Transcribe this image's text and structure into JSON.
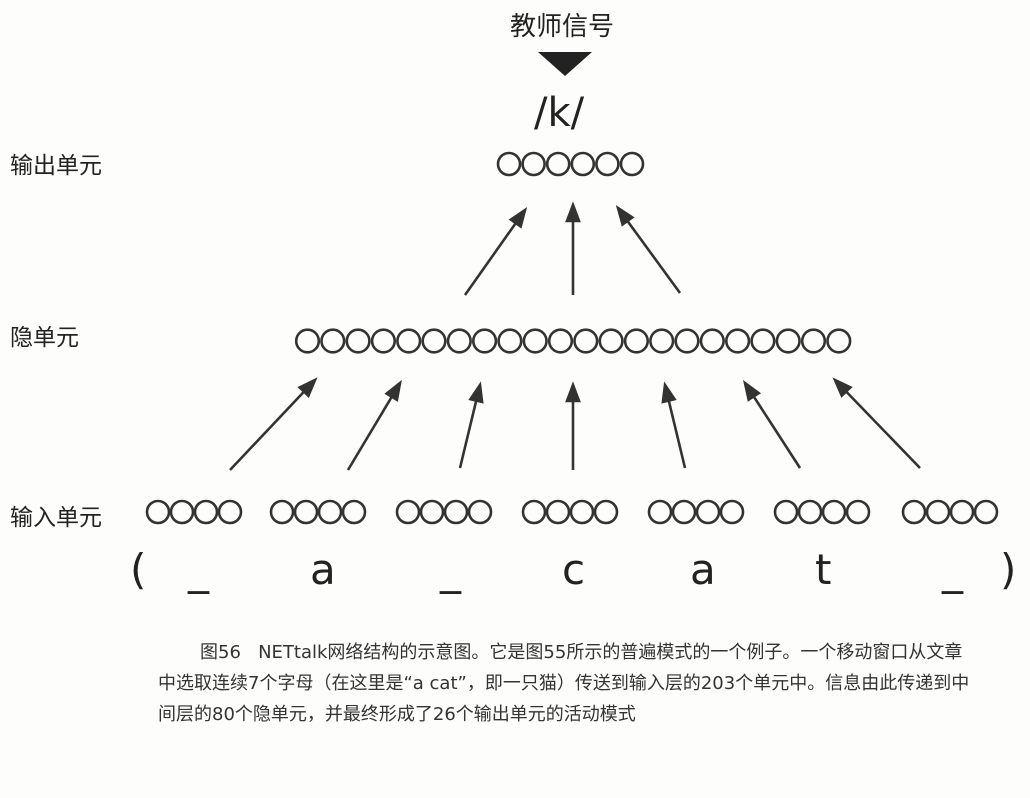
{
  "teacher_signal": "教师信号",
  "output_phoneme": "/k/",
  "layers": {
    "output_label": "输出单元",
    "hidden_label": "隐单元",
    "input_label": "输入单元"
  },
  "unit_counts": {
    "output_circles": 6,
    "hidden_circles": 22,
    "input_groups": 7,
    "circles_per_group": 4
  },
  "input_letters": [
    "(",
    "_",
    "a",
    "_",
    "c",
    "a",
    "t",
    "_",
    ")"
  ],
  "caption": {
    "figure_number": "图56",
    "text": "NETtalk网络结构的示意图。它是图55所示的普遍模式的一个例子。一个移动窗口从文章中选取连续7个字母（在这里是“a cat”，即一只猫）传送到输入层的203个单元中。信息由此传递到中间层的80个隐单元，并最终形成了26个输出单元的活动模式"
  }
}
